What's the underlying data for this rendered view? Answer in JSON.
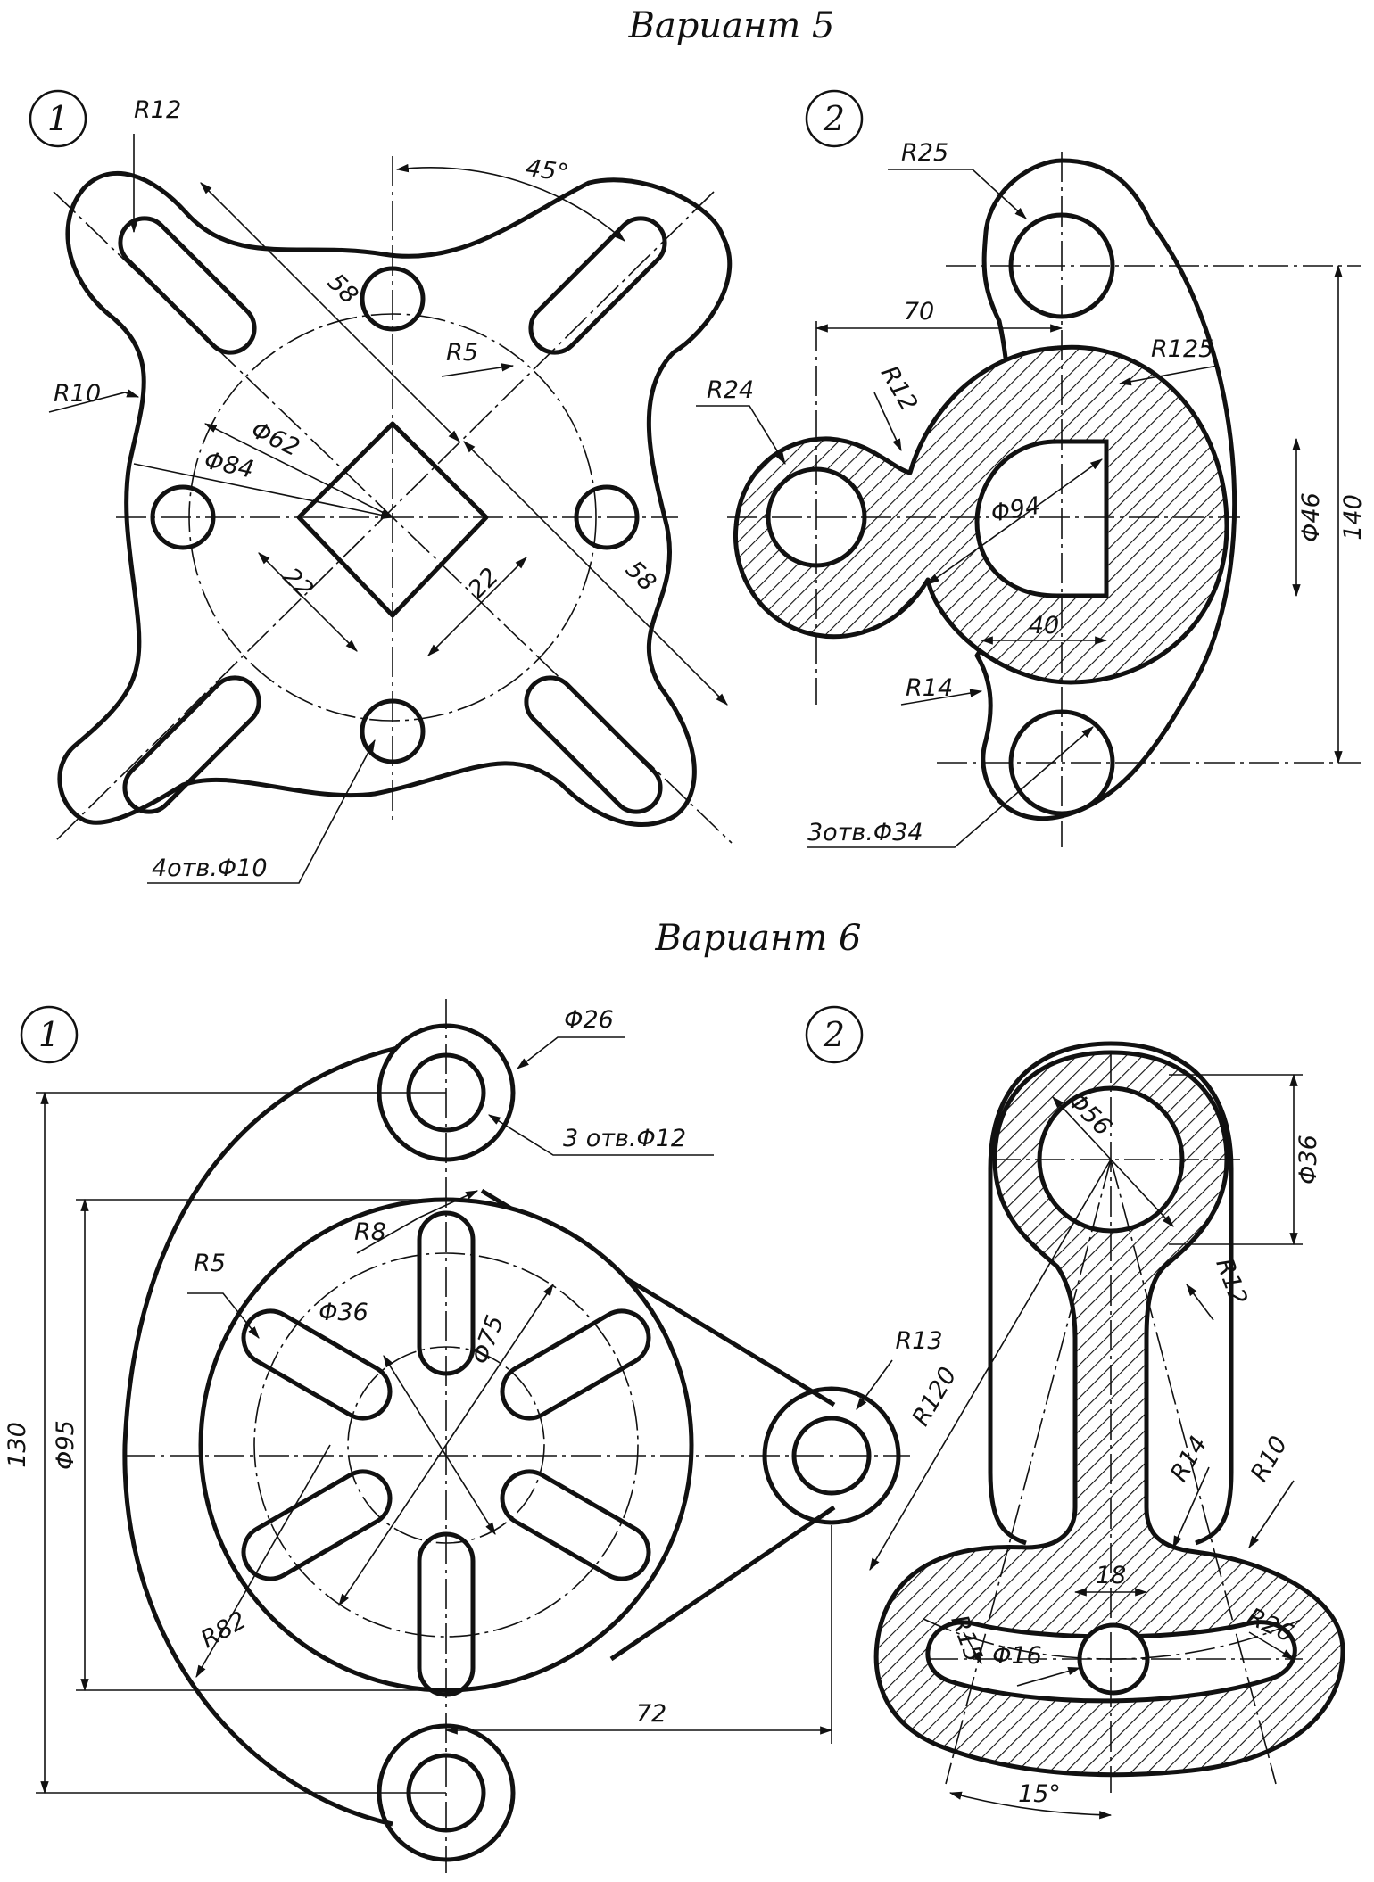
{
  "variant5": {
    "title": "Вариант 5",
    "fig1": {
      "number": "1",
      "dims": [
        "R12",
        "45°",
        "58",
        "R5",
        "R10",
        "Φ62",
        "Φ84",
        "22",
        "22",
        "58",
        "4отв.Φ10"
      ]
    },
    "fig2": {
      "number": "2",
      "dims": [
        "R25",
        "70",
        "R125",
        "R24",
        "R12",
        "Φ94",
        "Φ46",
        "140",
        "40",
        "R14",
        "3отв.Φ34"
      ]
    }
  },
  "variant6": {
    "title": "Вариант 6",
    "fig1": {
      "number": "1",
      "dims": [
        "Φ26",
        "3 отв.Φ12",
        "R8",
        "R5",
        "Φ36",
        "Φ75",
        "Φ95",
        "130",
        "R13",
        "R82",
        "72"
      ]
    },
    "fig2": {
      "number": "2",
      "dims": [
        "Φ56",
        "Φ36",
        "R12",
        "R120",
        "R14",
        "R10",
        "18",
        "R15",
        "Φ16",
        "R26",
        "15°"
      ]
    }
  }
}
